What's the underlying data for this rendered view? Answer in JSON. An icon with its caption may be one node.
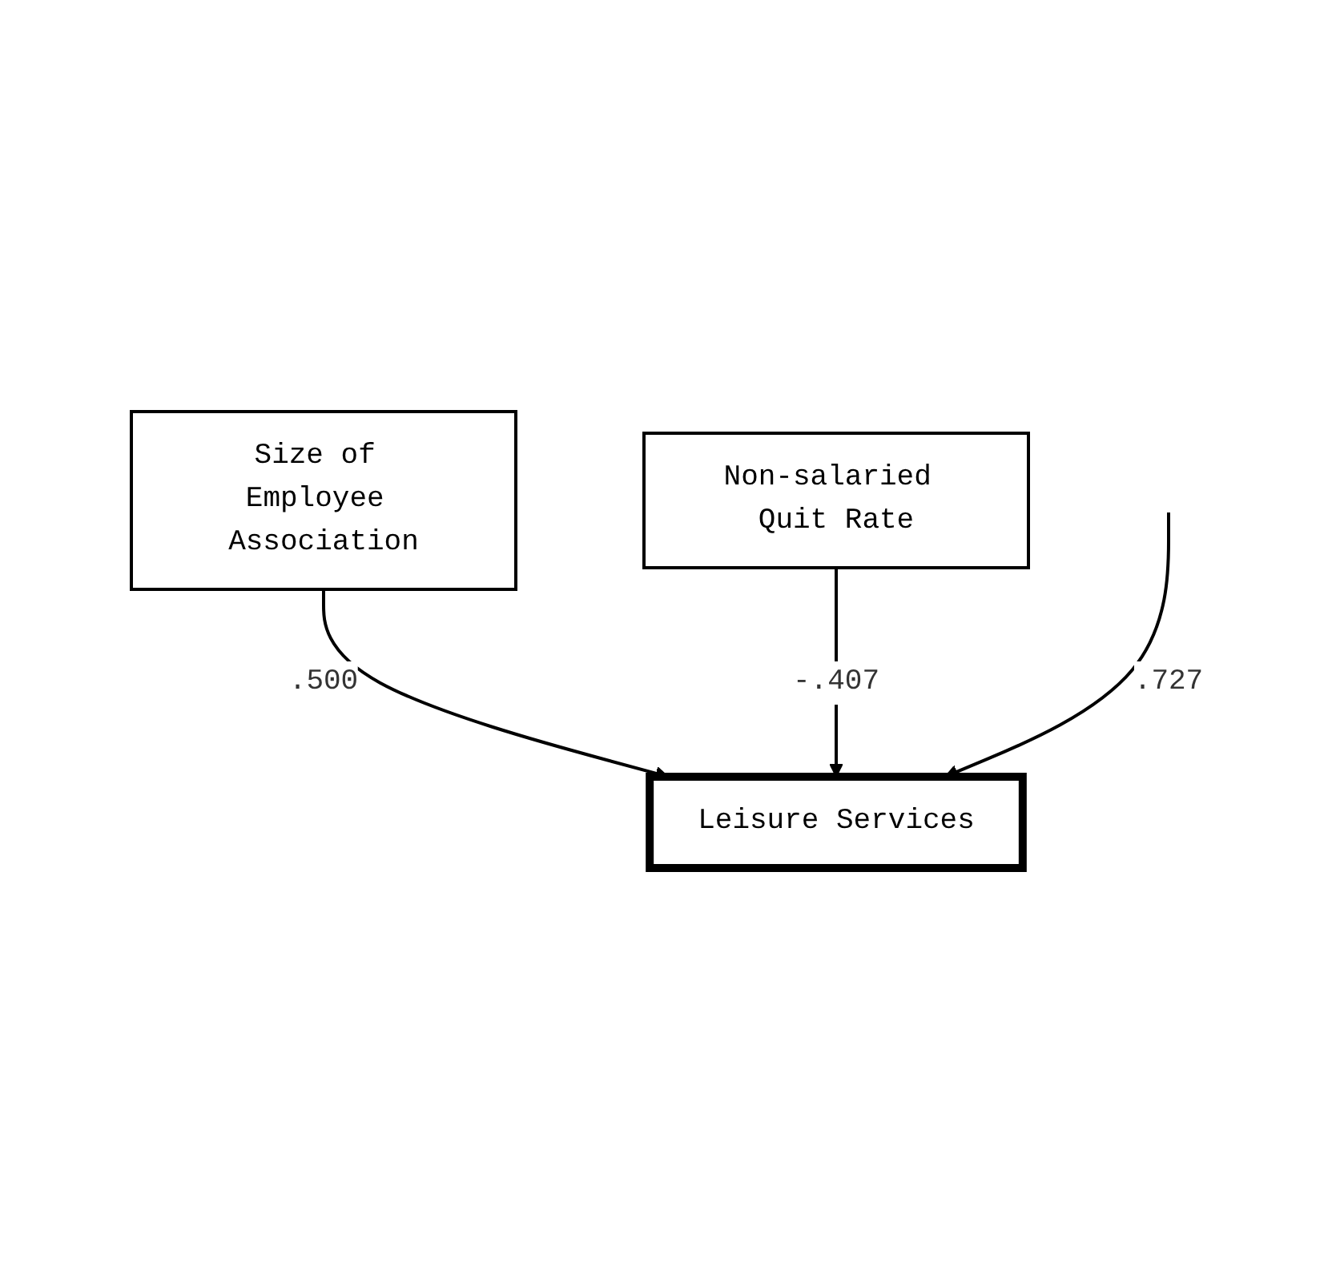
{
  "diagram": {
    "nodes": [
      {
        "text": [
          "Size of Employee Association"
        ]
      },
      {
        "text": [
          "Non-salaried Quit Rate"
        ]
      },
      {
        "text": [
          "Leisure Services"
        ]
      }
    ],
    "edges": [
      {
        "from": 0,
        "to": 2,
        "arrow": "to",
        "label": ".500"
      },
      {
        "from": 1,
        "to": 2,
        "arrow": "to",
        "label": "-.407"
      },
      {
        "from": null,
        "to": 2,
        "arrow": "to",
        "label": ".727"
      }
    ]
  }
}
